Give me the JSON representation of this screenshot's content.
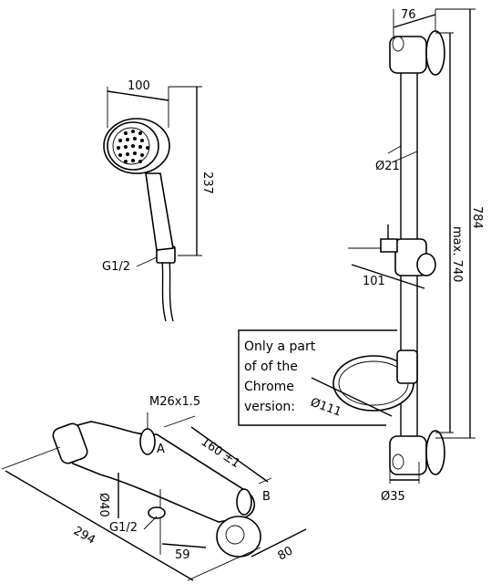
{
  "hand_shower": {
    "width": "100",
    "height": "237",
    "thread": "G1/2"
  },
  "rail": {
    "total_height": "784",
    "max_adjust": "max. 740",
    "top_width": "76",
    "tube_dia": "Ø21",
    "holder_depth": "101",
    "soap_dish_dia": "Ø111",
    "bottom_dia": "Ø35"
  },
  "note": {
    "line1": "Only a part",
    "line2": "of of the",
    "line3": "Chrome",
    "line4": "version:"
  },
  "thermostat": {
    "thread": "M26x1.5",
    "port_a": "A",
    "port_b": "B",
    "spacing": "160 ±1",
    "dia": "Ø40",
    "length": "294",
    "thread_inlet": "G1/2",
    "inlet_offset": "59",
    "depth": "80"
  }
}
